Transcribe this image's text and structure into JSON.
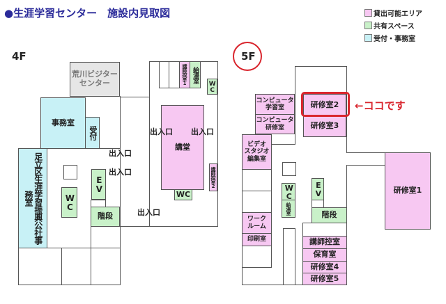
{
  "title": "●生涯学習センター　施設内見取図",
  "legend": [
    {
      "label": "貸出可能エリア",
      "color": "#f7c8f2"
    },
    {
      "label": "共有スペース",
      "color": "#c9f1c9"
    },
    {
      "label": "受付・事務室",
      "color": "#c8f1f6"
    }
  ],
  "floor4": {
    "label": "4F",
    "visitor_center": "荒川ビジター\nセンター",
    "office": "事務室",
    "reception": "受付",
    "adachi_office": "足立区生涯学習振興公社事務室",
    "wc_left": "WC",
    "ev": "EV",
    "stairs": "階段",
    "hall": "講堂",
    "hall_wc": "WC",
    "lecturer_room_1": "講師控室1",
    "lecturer_room_2": "講師控室2",
    "kitchen": "給湯室",
    "wc_right": "WC",
    "entrances": [
      "出入口",
      "出入口",
      "出入口",
      "出入口",
      "出入口"
    ]
  },
  "floor5": {
    "label": "5F",
    "computer_study": "コンピュータ\n学習室",
    "computer_training": "コンピュータ\n研修室",
    "video_studio": "ビデオ\nスタジオ\n編集室",
    "work_room": "ワーク\nルーム",
    "print_room": "印刷室",
    "training_2": "研修室2",
    "training_3": "研修室3",
    "training_1": "研修室1",
    "wc": "WC",
    "kitchen": "給湯室",
    "ev": "EV",
    "stairs": "階段",
    "lecturer_room": "講師控室",
    "nursery": "保育室",
    "training_4": "研修室4",
    "training_5": "研修室5",
    "here_marker": "←ココです",
    "highlight_color": "#d9262e"
  }
}
